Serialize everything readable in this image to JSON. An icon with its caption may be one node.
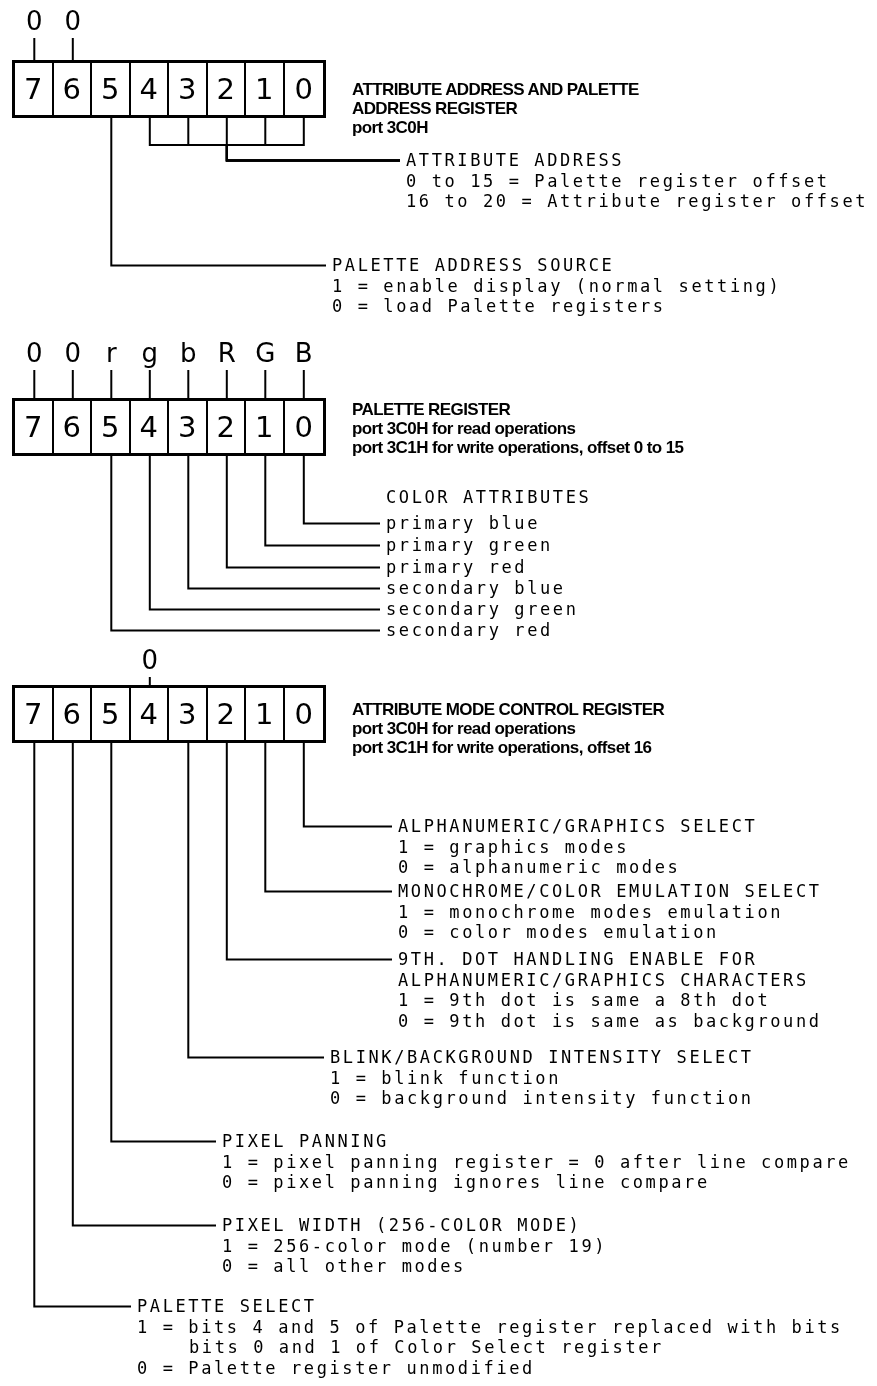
{
  "diagram": {
    "nodes": [
      {
        "text": [
          "0"
        ]
      },
      {
        "text": [
          "0"
        ]
      },
      {
        "text": [
          "ATTRIBUTE ADDRESS AND PALETTE ADDRESS REGISTER",
          "port 3C0H"
        ]
      },
      {
        "text": [
          "7"
        ],
        "in": 2
      },
      {
        "text": [
          "6"
        ],
        "in": 2
      },
      {
        "text": [
          "5"
        ],
        "in": 2
      },
      {
        "text": [
          "4"
        ],
        "in": 2
      },
      {
        "text": [
          "3"
        ],
        "in": 2
      },
      {
        "text": [
          "2"
        ],
        "in": 2
      },
      {
        "text": [
          "1"
        ],
        "in": 2
      },
      {
        "text": [
          "0"
        ],
        "in": 2
      },
      {
        "text": [
          "ATTRIBUTE ADDRESS",
          "0 to 15 = Palette register offset",
          "16 to 20 = Attribute register offset"
        ]
      },
      {
        "text": [
          "PALETTE ADDRESS SOURCE",
          "1 = enable display (normal setting)",
          "0 = load Palette registers"
        ]
      },
      {
        "text": [
          "0"
        ]
      },
      {
        "text": [
          "0"
        ]
      },
      {
        "text": [
          "r"
        ]
      },
      {
        "text": [
          "g"
        ]
      },
      {
        "text": [
          "b"
        ]
      },
      {
        "text": [
          "R"
        ]
      },
      {
        "text": [
          "G"
        ]
      },
      {
        "text": [
          "B"
        ]
      },
      {
        "text": [
          "PALETTE REGISTER",
          "port 3C0H for read operations",
          "port 3C1H for write operations, offset 0 to 15"
        ]
      },
      {
        "text": [
          "7"
        ],
        "in": 21
      },
      {
        "text": [
          "6"
        ],
        "in": 21
      },
      {
        "text": [
          "5"
        ],
        "in": 21
      },
      {
        "text": [
          "4"
        ],
        "in": 21
      },
      {
        "text": [
          "3"
        ],
        "in": 21
      },
      {
        "text": [
          "2"
        ],
        "in": 21
      },
      {
        "text": [
          "1"
        ],
        "in": 21
      },
      {
        "text": [
          "0"
        ],
        "in": 21
      },
      {
        "text": [
          "primary blue"
        ]
      },
      {
        "text": [
          "primary green"
        ]
      },
      {
        "text": [
          "primary red"
        ]
      },
      {
        "text": [
          "secondary blue"
        ]
      },
      {
        "text": [
          "secondary green"
        ]
      },
      {
        "text": [
          "secondary red"
        ]
      },
      {
        "text": [
          "0"
        ]
      },
      {
        "text": [
          "ATTRIBUTE MODE CONTROL REGISTER",
          "port 3C0H for read operations",
          "port 3C1H for write operations, offset 16"
        ]
      },
      {
        "text": [
          "7"
        ],
        "in": 37
      },
      {
        "text": [
          "6"
        ],
        "in": 37
      },
      {
        "text": [
          "5"
        ],
        "in": 37
      },
      {
        "text": [
          "4"
        ],
        "in": 37
      },
      {
        "text": [
          "3"
        ],
        "in": 37
      },
      {
        "text": [
          "2"
        ],
        "in": 37
      },
      {
        "text": [
          "1"
        ],
        "in": 37
      },
      {
        "text": [
          "0"
        ],
        "in": 37
      },
      {
        "text": [
          "ALPHANUMERIC/GRAPHICS SELECT",
          "1 = graphics modes",
          "0 = alphanumeric modes"
        ]
      },
      {
        "text": [
          "MONOCHROME/COLOR EMULATION SELECT",
          "1 = monochrome modes emulation",
          "0 = color modes emulation"
        ]
      },
      {
        "text": [
          "9TH. DOT HANDLING ENABLE FOR ALPHANUMERIC/GRAPHICS CHARACTERS",
          "1 = 9th dot is same a 8th dot",
          "0 = 9th dot is same as background"
        ]
      },
      {
        "text": [
          "BLINK/BACKGROUND INTENSITY SELECT",
          "1 = blink function",
          "0 = background intensity function"
        ]
      },
      {
        "text": [
          "PIXEL PANNING",
          "1 = pixel panning register = 0 after line compare",
          "0 = pixel panning ignores line compare"
        ]
      },
      {
        "text": [
          "PIXEL WIDTH (256-COLOR MODE)",
          "1 = 256-color mode (number 19)",
          "0 = all other modes"
        ]
      },
      {
        "text": [
          "PALETTE SELECT",
          "1 = bits 4 and 5 of Palette register replaced with bits bits 0 and 1 of Color Select register",
          "0 = Palette register unmodified"
        ]
      }
    ],
    "edges": [
      {
        "from": 0,
        "to": 3,
        "arrow": "none"
      },
      {
        "from": 1,
        "to": 4,
        "arrow": "none"
      },
      {
        "from": 11,
        "to": 6,
        "arrow": "none"
      },
      {
        "from": 11,
        "to": 7,
        "arrow": "none"
      },
      {
        "from": 11,
        "to": 8,
        "arrow": "none"
      },
      {
        "from": 11,
        "to": 9,
        "arrow": "none"
      },
      {
        "from": 11,
        "to": 10,
        "arrow": "none"
      },
      {
        "from": 12,
        "to": 5,
        "arrow": "none"
      },
      {
        "from": 13,
        "to": 22,
        "arrow": "none"
      },
      {
        "from": 14,
        "to": 23,
        "arrow": "none"
      },
      {
        "from": 15,
        "to": 24,
        "arrow": "none"
      },
      {
        "from": 16,
        "to": 25,
        "arrow": "none"
      },
      {
        "from": 17,
        "to": 26,
        "arrow": "none"
      },
      {
        "from": 18,
        "to": 27,
        "arrow": "none"
      },
      {
        "from": 19,
        "to": 28,
        "arrow": "none"
      },
      {
        "from": 20,
        "to": 29,
        "arrow": "none"
      },
      {
        "from": 30,
        "to": 29,
        "arrow": "none"
      },
      {
        "from": 31,
        "to": 28,
        "arrow": "none"
      },
      {
        "from": 32,
        "to": 27,
        "arrow": "none"
      },
      {
        "from": 33,
        "to": 26,
        "arrow": "none"
      },
      {
        "from": 34,
        "to": 25,
        "arrow": "none"
      },
      {
        "from": 35,
        "to": 24,
        "arrow": "none"
      },
      {
        "from": 36,
        "to": 41,
        "arrow": "none"
      },
      {
        "from": 46,
        "to": 45,
        "arrow": "none"
      },
      {
        "from": 47,
        "to": 44,
        "arrow": "none"
      },
      {
        "from": 48,
        "to": 43,
        "arrow": "none"
      },
      {
        "from": 49,
        "to": 42,
        "arrow": "none"
      },
      {
        "from": 50,
        "to": 40,
        "arrow": "none"
      },
      {
        "from": 51,
        "to": 39,
        "arrow": "none"
      },
      {
        "from": 52,
        "to": 38,
        "arrow": "none"
      }
    ],
    "labels": [
      "COLOR ATTRIBUTES"
    ]
  }
}
